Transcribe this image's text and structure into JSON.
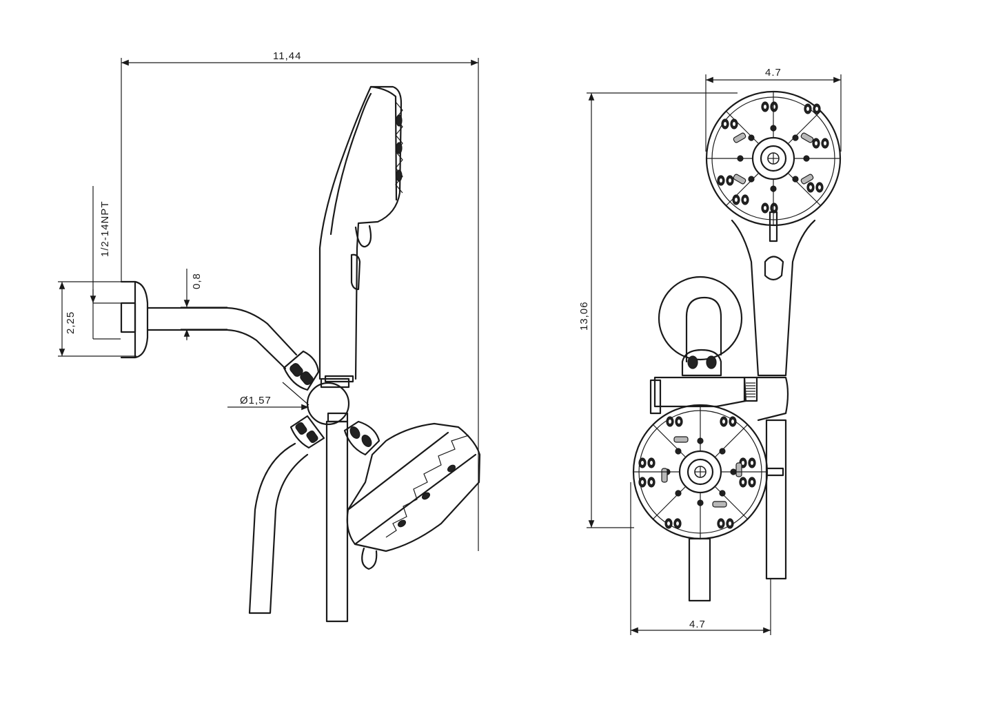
{
  "dimensions": {
    "overall_width": "11,44",
    "thread": "1/2-14NPT",
    "flange_height": "2,25",
    "arm_diameter": "0,8",
    "ball_diameter": "Ø1,57",
    "handshower_face_width": "4.7",
    "overall_height": "13,06",
    "fixed_head_width": "4.7"
  },
  "colors": {
    "line": "#1a1a1a",
    "background": "#ffffff"
  }
}
